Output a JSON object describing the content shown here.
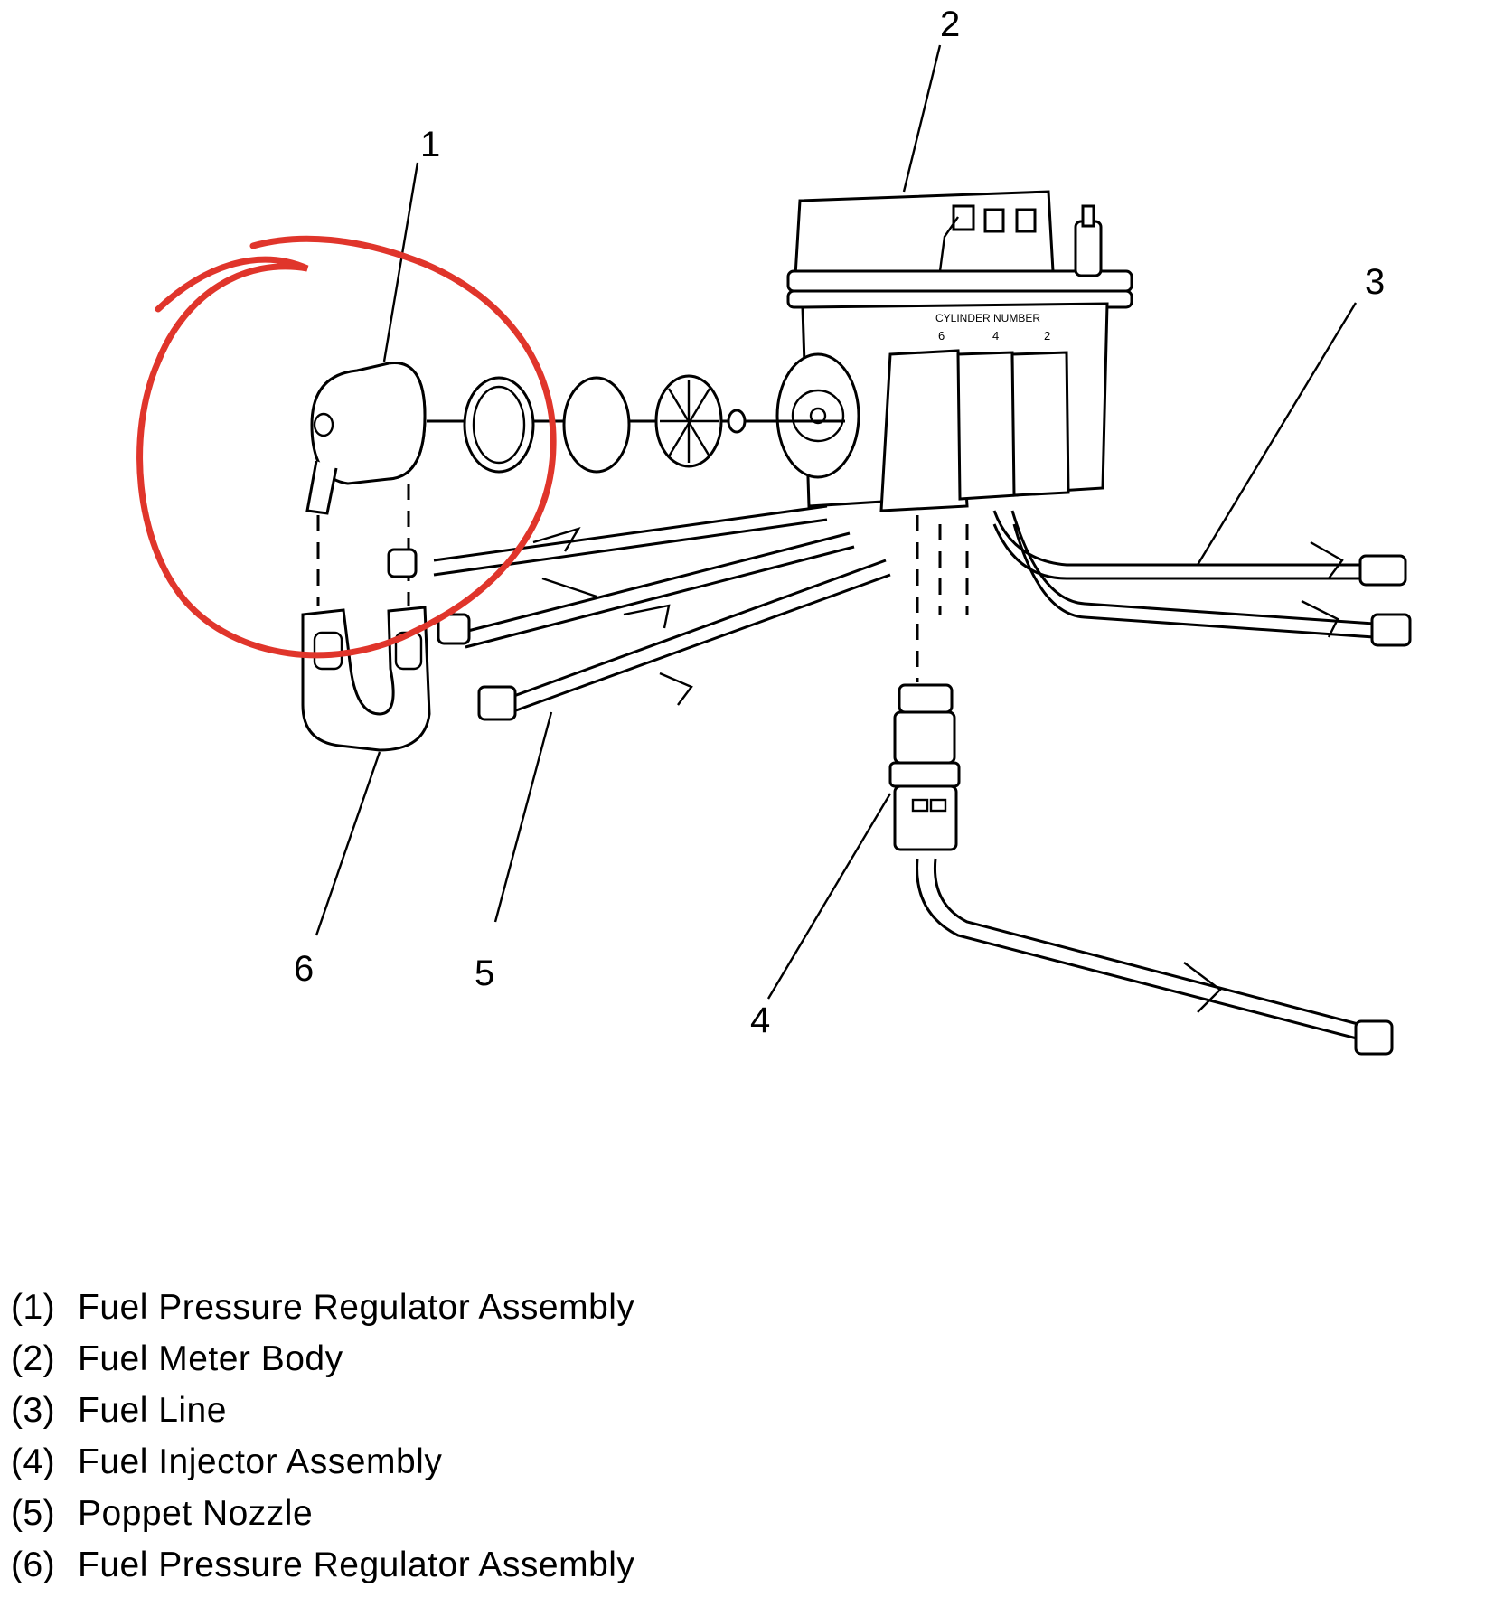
{
  "callouts": {
    "c1": "1",
    "c2": "2",
    "c3": "3",
    "c4": "4",
    "c5": "5",
    "c6": "6"
  },
  "cylinder_label": "CYLINDER NUMBER",
  "cylinder_numbers": [
    "6",
    "4",
    "2"
  ],
  "annotation": {
    "color": "#e0352b",
    "shape": "hand-drawn circle around part 1"
  },
  "legend": [
    {
      "num": "(1)",
      "label": "Fuel Pressure Regulator Assembly"
    },
    {
      "num": "(2)",
      "label": "Fuel Meter Body"
    },
    {
      "num": "(3)",
      "label": "Fuel Line"
    },
    {
      "num": "(4)",
      "label": "Fuel Injector Assembly"
    },
    {
      "num": "(5)",
      "label": "Poppet Nozzle"
    },
    {
      "num": "(6)",
      "label": "Fuel Pressure Regulator Assembly"
    }
  ]
}
